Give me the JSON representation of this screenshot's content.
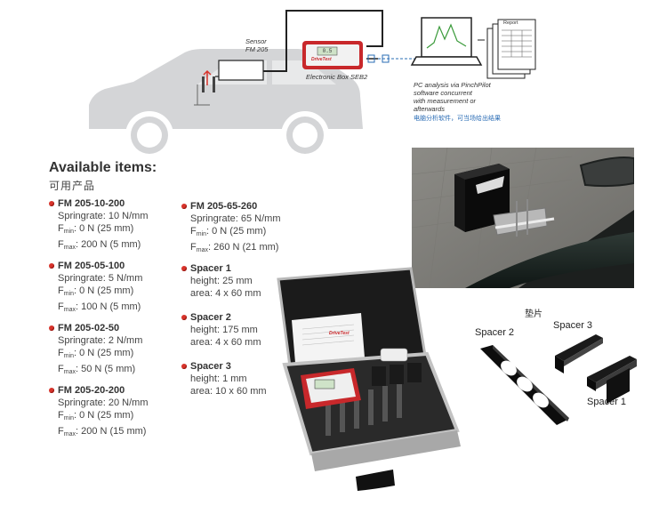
{
  "diagram": {
    "sensor_label": "Sensor",
    "sensor_model": "FM 205",
    "box_label": "Electronic Box SEB2",
    "box_display": "0.5",
    "box_brand": "DriveTest",
    "pc_lines": [
      "PC analysis via PinchPilot",
      "software concurrent",
      "with measurement or",
      "afterwards"
    ],
    "pc_cn": "电脑分析软件，可当场给出结果",
    "report_label": "Report"
  },
  "heading": {
    "en": "Available items:",
    "cn": "可用产品"
  },
  "items_left": [
    {
      "title": "FM 205-10-200",
      "springrate": "Springrate: 10 N/mm",
      "fmin": ": 0 N (25 mm)",
      "fmax": ": 200 N (5 mm)"
    },
    {
      "title": "FM 205-05-100",
      "springrate": "Springrate: 5 N/mm",
      "fmin": ": 0 N (25 mm)",
      "fmax": ": 100 N (5 mm)"
    },
    {
      "title": "FM 205-02-50",
      "springrate": "Springrate: 2 N/mm",
      "fmin": ": 0 N (25 mm)",
      "fmax": ": 50 N (5 mm)"
    },
    {
      "title": "FM 205-20-200",
      "springrate": "Springrate: 20 N/mm",
      "fmin": ": 0 N (25 mm)",
      "fmax": ": 200 N (15 mm)"
    }
  ],
  "item_right_fm": {
    "title": "FM 205-65-260",
    "springrate": "Springrate: 65 N/mm",
    "fmin": ": 0 N (25 mm)",
    "fmax": ": 260 N (21 mm)"
  },
  "spacers": [
    {
      "title": "Spacer 1",
      "height": "height: 25 mm",
      "area": "area: 4 x 60 mm"
    },
    {
      "title": "Spacer 2",
      "height": "height: 175 mm",
      "area": "area: 4 x 60 mm"
    },
    {
      "title": "Spacer 3",
      "height": "height: 1 mm",
      "area": "area: 10 x 60 mm"
    }
  ],
  "sub_labels": {
    "min": "min",
    "max": "max",
    "F": "F"
  },
  "spacer_photo": {
    "cn_label": "垫片",
    "label_1": "Spacer 1",
    "label_2": "Spacer 2",
    "label_3": "Spacer 3"
  },
  "case_photo": {
    "brand": "DriveTest"
  },
  "colors": {
    "bullet": "#d8332b",
    "box_red": "#c8282b",
    "cn_text": "#2a6cb5",
    "car_gray": "#d4d5d7"
  }
}
